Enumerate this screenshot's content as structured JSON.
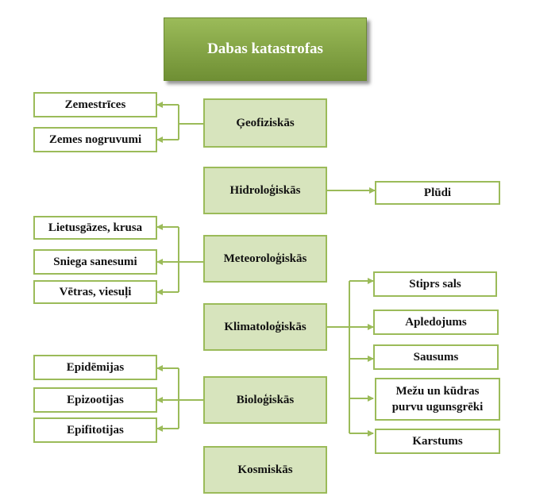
{
  "title": "Dabas katastrofas",
  "categories": [
    "Ģeofiziskās",
    "Hidroloģiskās",
    "Meteoroloģiskās",
    "Klimatoloģiskās",
    "Bioloģiskās",
    "Kosmiskās"
  ],
  "left_items": {
    "geo": [
      "Zemestrīces",
      "Zemes nogruvumi"
    ],
    "meteo": [
      "Lietusgāzes, krusa",
      "Sniega sanesumi",
      "Vētras, viesuļi"
    ],
    "bio": [
      "Epidēmijas",
      "Epizootijas",
      "Epifitotijas"
    ]
  },
  "right_items": {
    "hydro": [
      "Plūdi"
    ],
    "climate": [
      "Stiprs sals",
      "Apledojums",
      "Sausums",
      "Mežu un kūdras purvu ugunsgrēki",
      "Karstums"
    ]
  },
  "colors": {
    "accent": "#9bbb59",
    "category_fill": "#d7e4bd",
    "title_fill": "#7a9a3c"
  }
}
